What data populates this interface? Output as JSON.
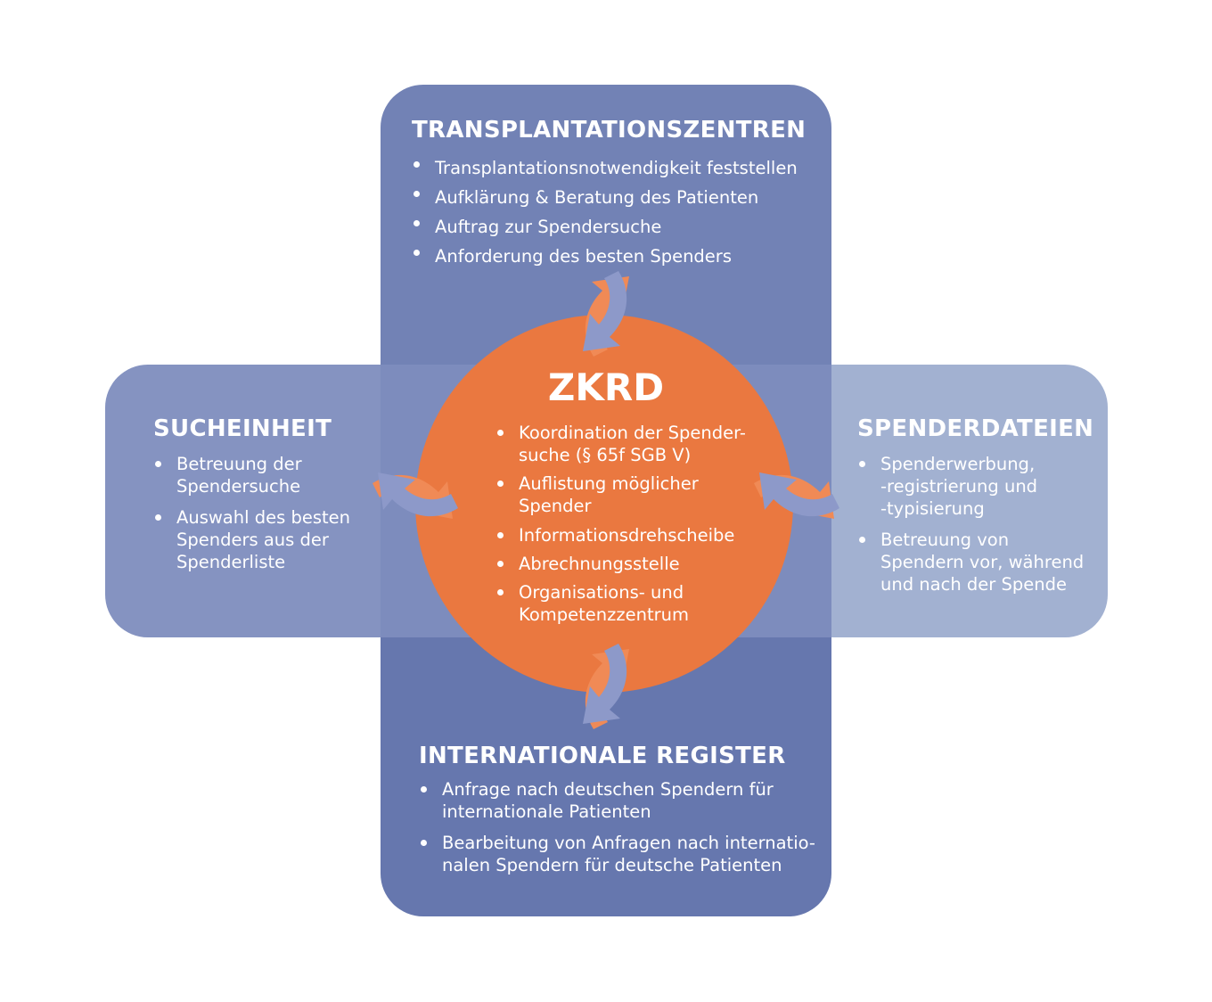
{
  "colors": {
    "panel_top": "#7282b5",
    "panel_left": "#8593c1",
    "panel_right": "#a2b1d1",
    "panel_bottom": "#6677ae",
    "center_circle": "#ea7840",
    "arrow_orange": "#f08a56",
    "arrow_blue": "#8d99c9",
    "text": "#ffffff"
  },
  "center": {
    "title": "ZKRD",
    "items": [
      "Koordination der Spender-\nsuche (§ 65f SGB V)",
      "Auflistung möglicher\nSpender",
      "Informationsdrehscheibe",
      "Abrechnungsstelle",
      "Organisations- und\nKompetenzzentrum"
    ]
  },
  "top": {
    "title": "TRANSPLANTATIONSZENTREN",
    "items": [
      "Transplantationsnotwendigkeit feststellen",
      "Aufklärung & Beratung des Patienten",
      "Auftrag zur Spendersuche",
      "Anforderung des besten Spenders"
    ]
  },
  "left": {
    "title": "SUCHEINHEIT",
    "items": [
      "Betreuung der\nSpendersuche",
      "Auswahl des besten\nSpenders aus der\nSpenderliste"
    ]
  },
  "right": {
    "title": "SPENDERDATEIEN",
    "items": [
      "Spenderwerbung,\n-registrierung und\n-typisierung",
      "Betreuung von\nSpendern vor, während\nund nach der Spende"
    ]
  },
  "bottom": {
    "title": "INTERNATIONALE REGISTER",
    "items": [
      "Anfrage nach deutschen Spendern für\ninternationale Patienten",
      "Bearbeitung von Anfragen nach internatio-\nnalen Spendern für deutsche Patienten"
    ]
  },
  "connectors": [
    {
      "between": "top-center",
      "icon": "bidirectional-arrows-icon"
    },
    {
      "between": "left-center",
      "icon": "bidirectional-arrows-icon"
    },
    {
      "between": "right-center",
      "icon": "bidirectional-arrows-icon"
    },
    {
      "between": "bottom-center",
      "icon": "bidirectional-arrows-icon"
    }
  ]
}
